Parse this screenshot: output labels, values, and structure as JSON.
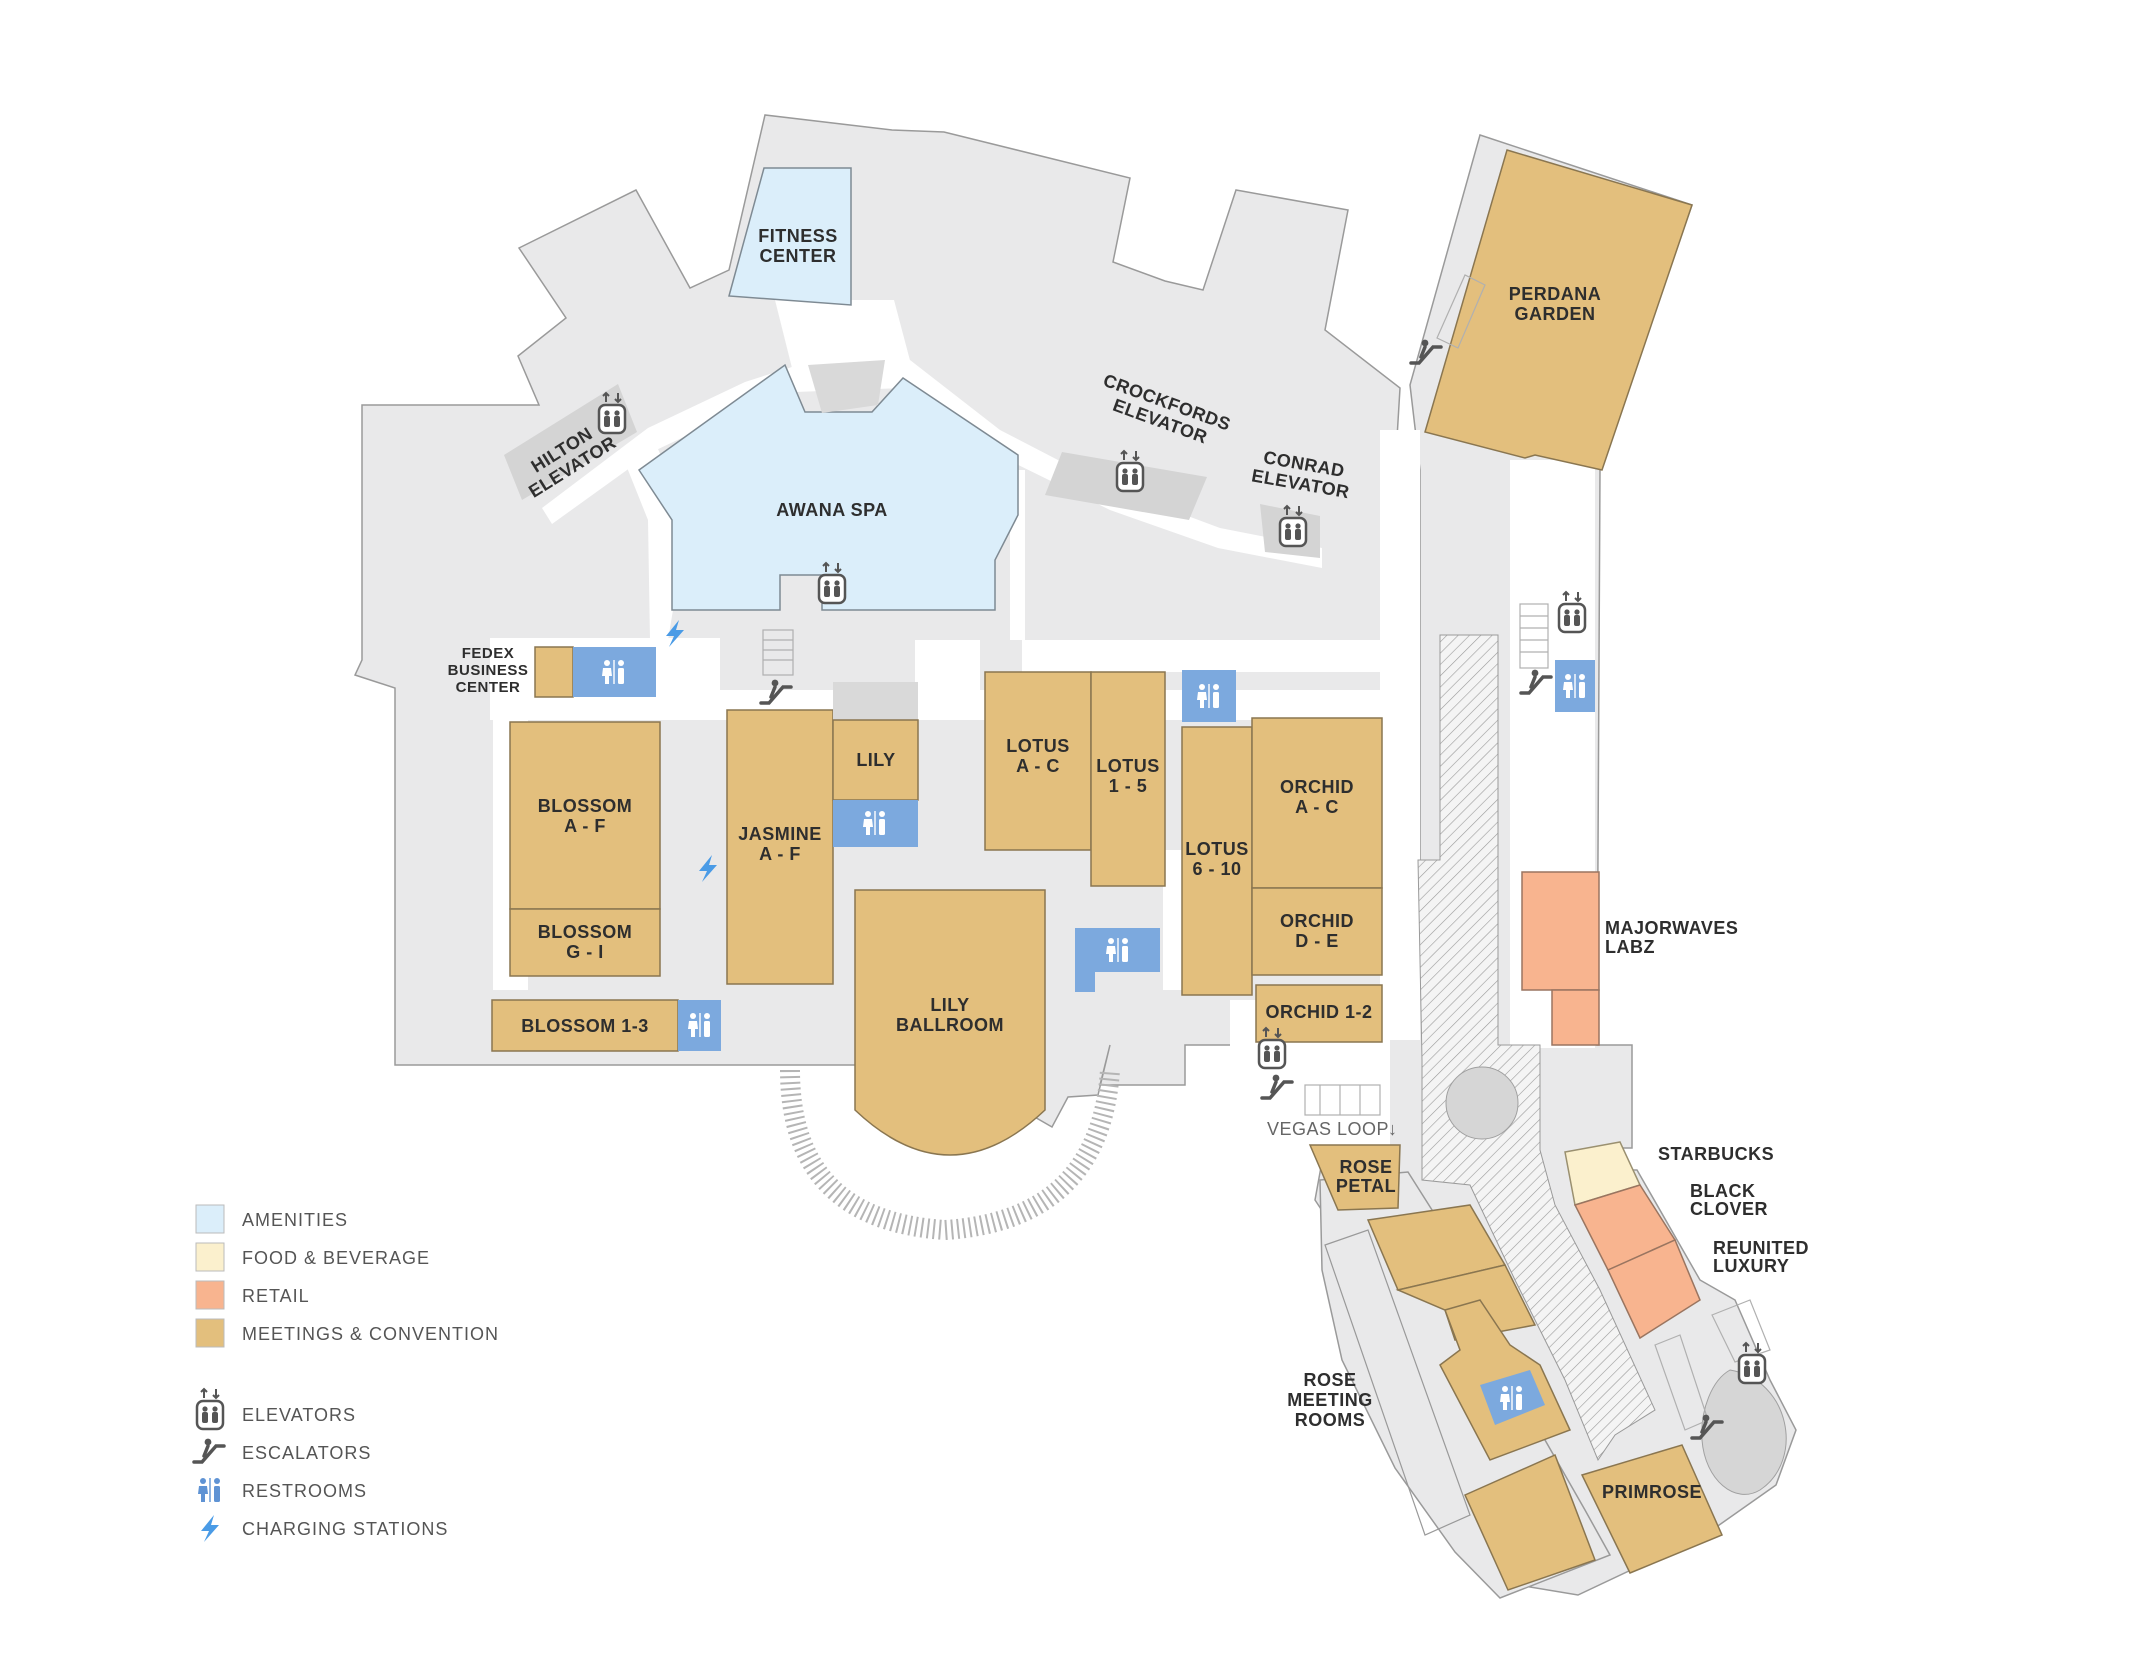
{
  "rooms": {
    "fitness_center": [
      "FITNESS",
      "CENTER"
    ],
    "hilton_elevator": [
      "HILTON",
      "ELEVATOR"
    ],
    "awana_spa": [
      "AWANA SPA"
    ],
    "crockfords_elevator": [
      "CROCKFORDS",
      "ELEVATOR"
    ],
    "conrad_elevator": [
      "CONRAD",
      "ELEVATOR"
    ],
    "perdana_garden": [
      "PERDANA",
      "GARDEN"
    ],
    "fedex_business_center": [
      "FEDEX",
      "BUSINESS",
      "CENTER"
    ],
    "blossom_a_f": [
      "BLOSSOM",
      "A - F"
    ],
    "blossom_g_i": [
      "BLOSSOM",
      "G - I"
    ],
    "blossom_1_3": [
      "BLOSSOM 1-3"
    ],
    "jasmine": [
      "JASMINE",
      "A - F"
    ],
    "lily": [
      "LILY"
    ],
    "lotus_a_c": [
      "LOTUS",
      "A - C"
    ],
    "lotus_1_5": [
      "LOTUS",
      "1 - 5"
    ],
    "lotus_6_10": [
      "LOTUS",
      "6 - 10"
    ],
    "orchid_a_c": [
      "ORCHID",
      "A - C"
    ],
    "orchid_d_e": [
      "ORCHID",
      "D - E"
    ],
    "orchid_1_2": [
      "ORCHID 1-2"
    ],
    "lily_ballroom": [
      "LILY",
      "BALLROOM"
    ],
    "majorwaves_labz": [
      "MAJORWAVES",
      "LABZ"
    ],
    "vegas_loop": "VEGAS LOOP",
    "rose_petal": [
      "ROSE",
      "PETAL"
    ],
    "starbucks": [
      "STARBUCKS"
    ],
    "black_clover": [
      "BLACK",
      "CLOVER"
    ],
    "reunited_luxury": [
      "REUNITED",
      "LUXURY"
    ],
    "rose_meeting_rooms": [
      "ROSE",
      "MEETING",
      "ROOMS"
    ],
    "primrose": [
      "PRIMROSE"
    ]
  },
  "legend": {
    "categories": [
      {
        "label": "AMENITIES",
        "color": "#dbeefa"
      },
      {
        "label": "FOOD & BEVERAGE",
        "color": "#fbf0cd"
      },
      {
        "label": "RETAIL",
        "color": "#f8b48f"
      },
      {
        "label": "MEETINGS & CONVENTION",
        "color": "#e3bf7d"
      }
    ],
    "icons": [
      {
        "label": "ELEVATORS",
        "icon": "elevator-icon"
      },
      {
        "label": "ESCALATORS",
        "icon": "escalator-icon"
      },
      {
        "label": "RESTROOMS",
        "icon": "restroom-icon"
      },
      {
        "label": "CHARGING STATIONS",
        "icon": "charging-icon"
      }
    ]
  },
  "colors": {
    "meetings": "#e3bf7d",
    "amenities": "#dbeefa",
    "food": "#fbf0cd",
    "retail": "#f8b48f",
    "restroom": "#7ca9de",
    "charging": "#4a9be6",
    "floor": "#e9e9ea"
  }
}
